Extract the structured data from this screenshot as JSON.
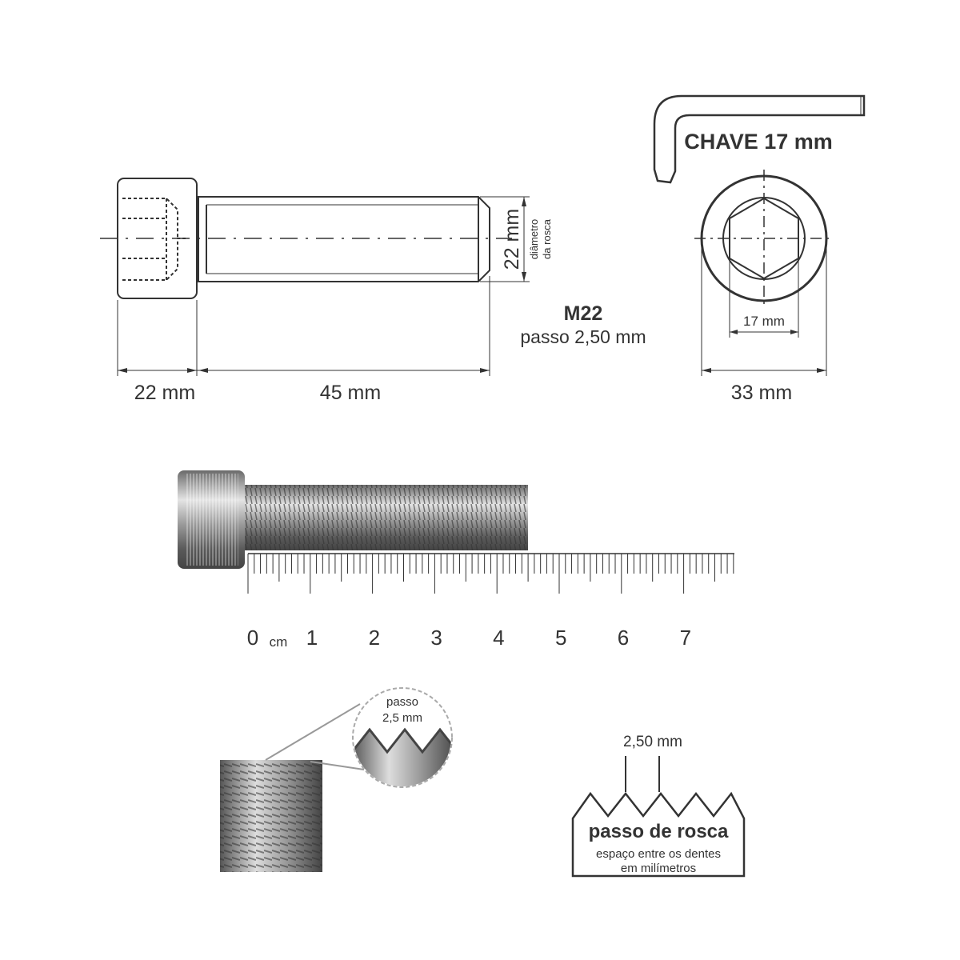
{
  "technical_drawing": {
    "head_length": "22 mm",
    "shank_length": "45 mm",
    "thread_diameter": "22 mm",
    "thread_diameter_caption": [
      "diâmetro",
      "da rosca"
    ],
    "thread_spec": "M22",
    "thread_pitch": "passo 2,50 mm"
  },
  "key_drawing": {
    "title": "CHAVE 17 mm",
    "socket_size": "17 mm",
    "head_diameter": "33 mm"
  },
  "ruler": {
    "unit": "cm",
    "labels": [
      "0",
      "1",
      "2",
      "3",
      "4",
      "5",
      "6",
      "7"
    ]
  },
  "pitch_closeup": {
    "label_line1": "passo",
    "label_line2": "2,5 mm"
  },
  "pitch_diagram": {
    "measure": "2,50 mm",
    "title": "passo de rosca",
    "caption_line1": "espaço entre os dentes",
    "caption_line2": "em milímetros"
  },
  "colors": {
    "ink": "#333333",
    "metal_dark": "#555555",
    "metal_light": "#d8d8d8"
  }
}
